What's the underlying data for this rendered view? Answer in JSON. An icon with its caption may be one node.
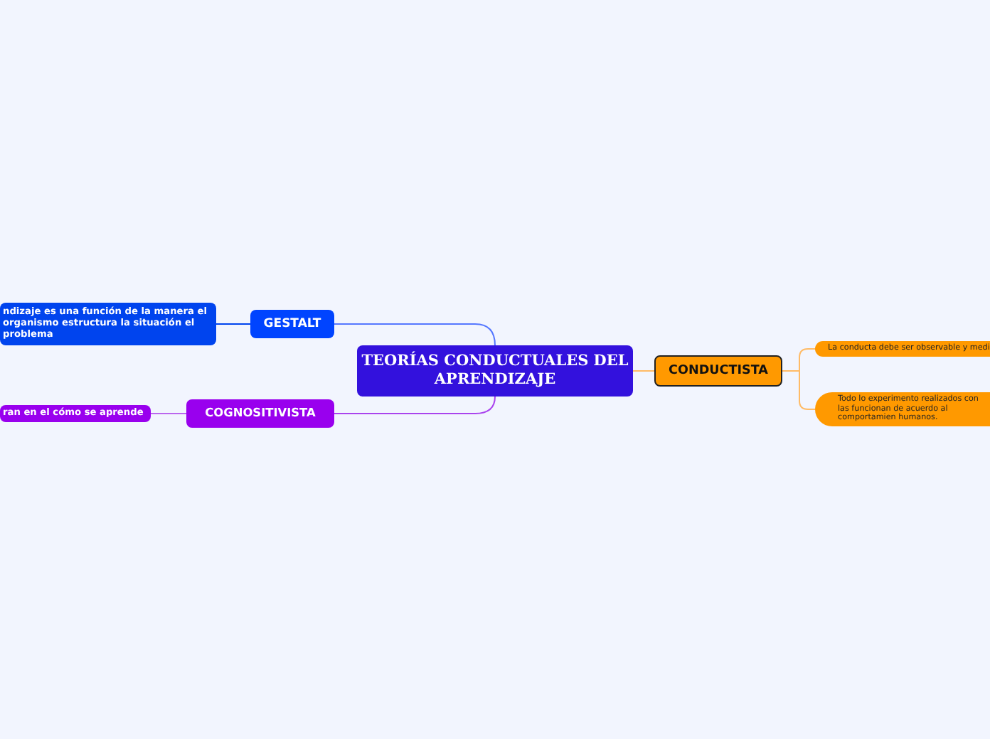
{
  "diagram": {
    "nodes": [
      {
        "text": [
          "TEORÍAS CONDUCTUALES DEL APRENDIZAJE"
        ]
      },
      {
        "text": [
          "GESTALT"
        ]
      },
      {
        "text": [
          "ndizaje es una función de la manera el organismo estructura la situación el problema"
        ]
      },
      {
        "text": [
          "COGNOSITIVISTA"
        ]
      },
      {
        "text": [
          "ran en el cómo se aprende"
        ]
      },
      {
        "text": [
          "CONDUCTISTA"
        ]
      },
      {
        "text": [
          "La conducta debe ser observable y medi"
        ]
      },
      {
        "text": [
          "Todo lo experimento realizados con las funcionan de acuerdo al comportamien humanos."
        ]
      }
    ],
    "edges": [
      {
        "from": 0,
        "to": 1,
        "arrow": "none",
        "color": "#5577ff"
      },
      {
        "from": 1,
        "to": 2,
        "arrow": "none",
        "color": "#0044ee"
      },
      {
        "from": 0,
        "to": 3,
        "arrow": "none",
        "color": "#aa44ee"
      },
      {
        "from": 3,
        "to": 4,
        "arrow": "none",
        "color": "#bb66ee"
      },
      {
        "from": 0,
        "to": 5,
        "arrow": "none",
        "color": "#ffbb66"
      },
      {
        "from": 5,
        "to": 6,
        "arrow": "none",
        "color": "#ffbb66"
      },
      {
        "from": 5,
        "to": 7,
        "arrow": "none",
        "color": "#ffbb66"
      }
    ]
  }
}
